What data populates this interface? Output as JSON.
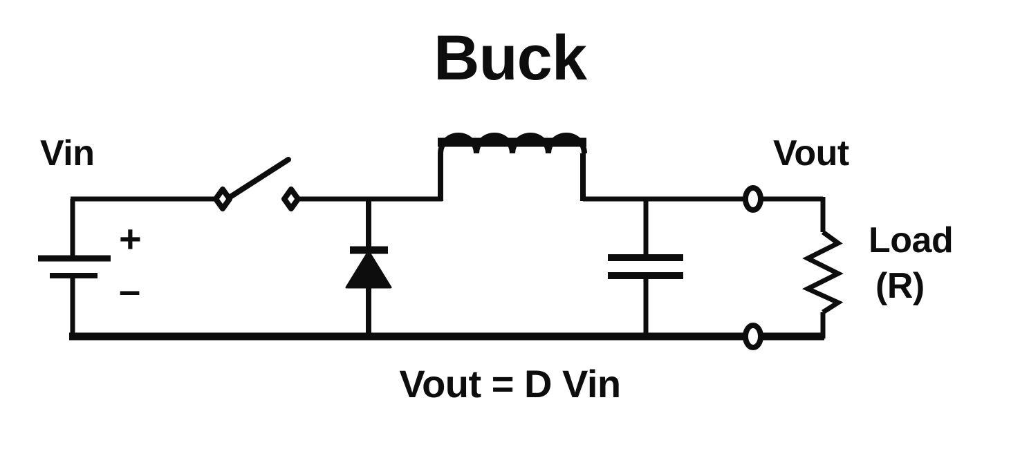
{
  "diagram": {
    "title": "Buck",
    "formula": "Vout = D Vin",
    "background_color": "#ffffff",
    "line_color": "#0d0d0d"
  },
  "labels": {
    "vin": "Vin",
    "vout": "Vout",
    "load": "Load",
    "load_value": "(R)",
    "plus": "+",
    "minus": "–"
  },
  "components": {
    "source": {
      "name": "battery",
      "label": "Vin",
      "polarity_top": "+",
      "polarity_bottom": "–"
    },
    "switch": {
      "name": "switch",
      "state": "open"
    },
    "diode": {
      "name": "diode",
      "orientation": "cathode-up"
    },
    "inductor": {
      "name": "inductor",
      "coil_count": 4
    },
    "capacitor": {
      "name": "capacitor",
      "plates": 2
    },
    "resistor": {
      "name": "load-resistor",
      "label": "Load",
      "value_label": "(R)"
    },
    "terminals": {
      "vout_top": "open-circle",
      "vout_bottom": "open-circle"
    }
  }
}
